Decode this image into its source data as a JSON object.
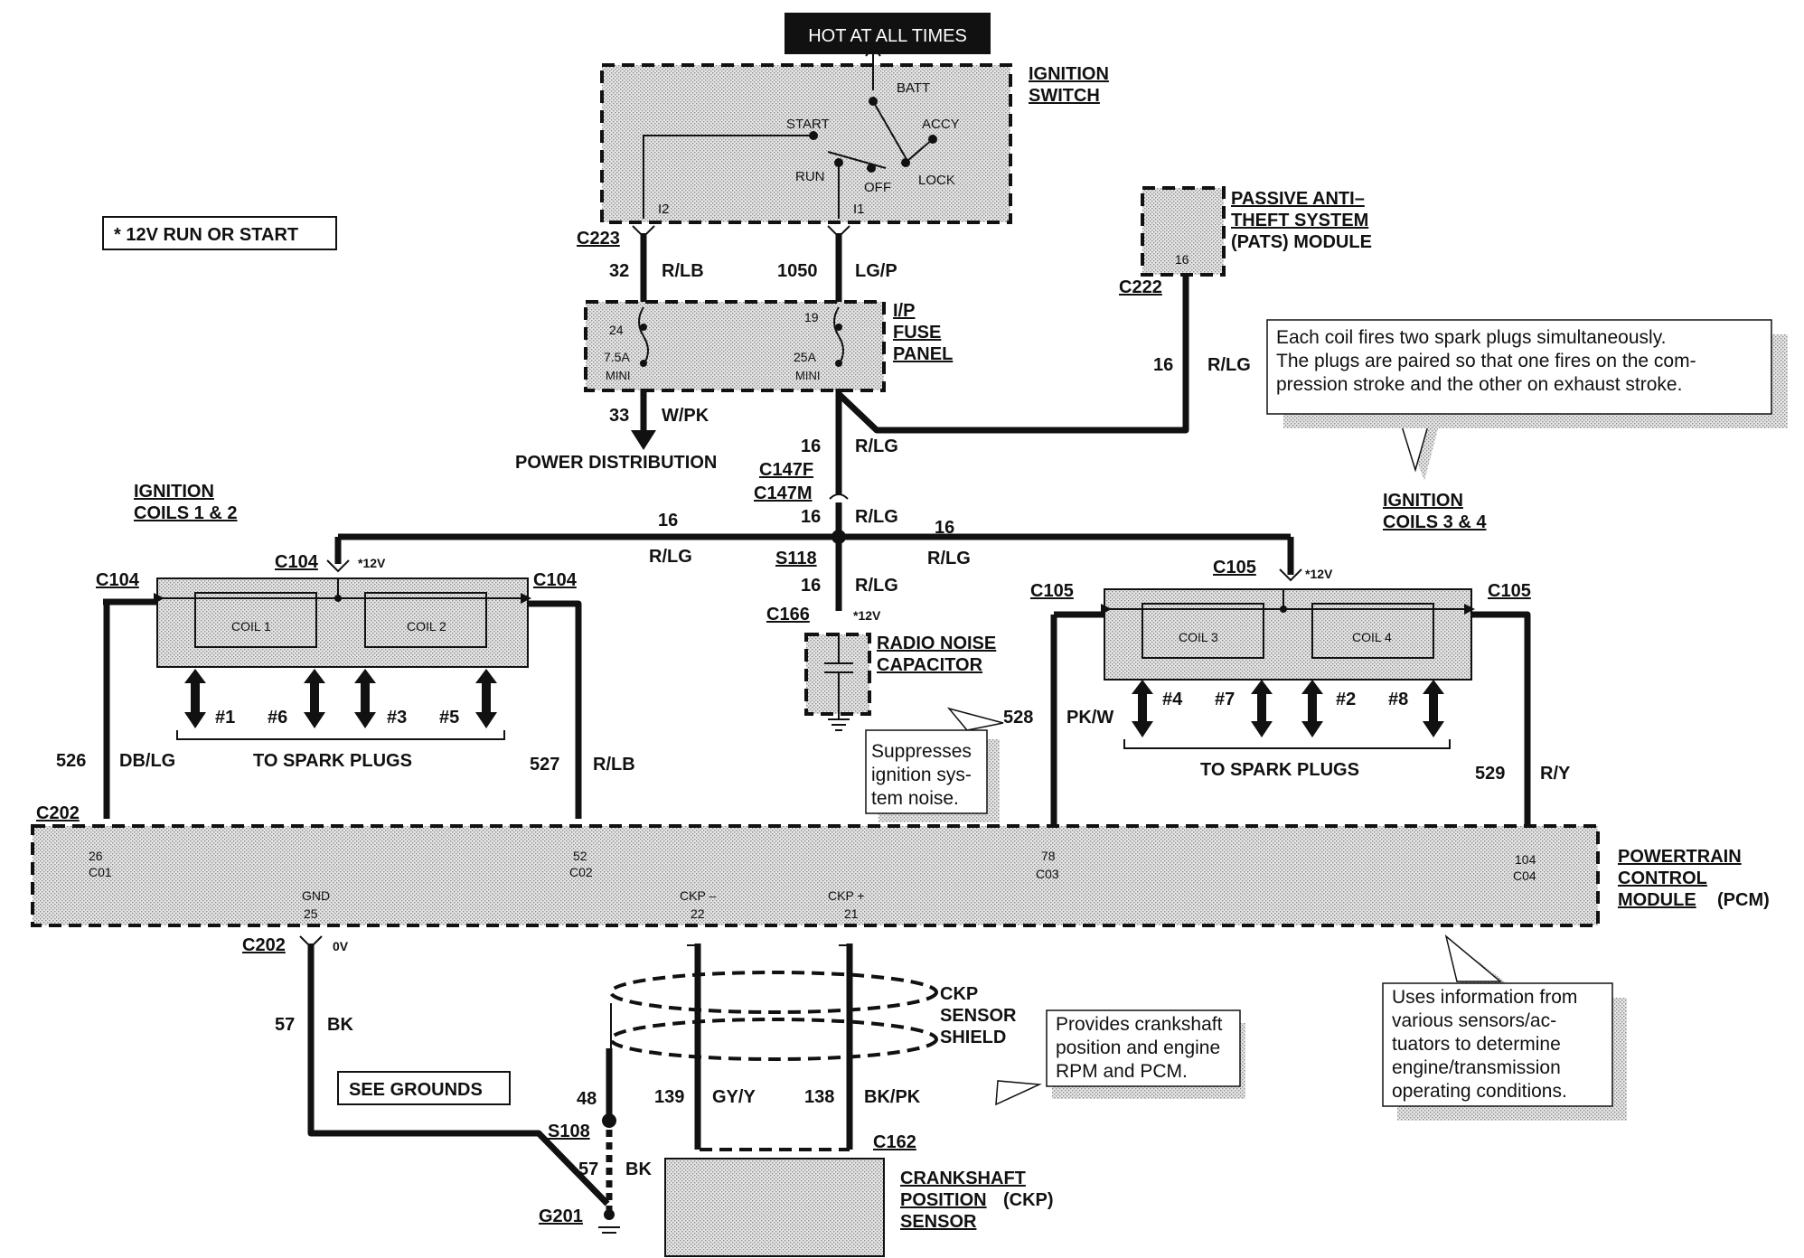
{
  "header": {
    "hot_label": "HOT AT ALL TIMES",
    "run_start_note": "* 12V RUN OR START"
  },
  "ignition_switch": {
    "title_1": "IGNITION",
    "title_2": "SWITCH",
    "positions": {
      "batt": "BATT",
      "accy": "ACCY",
      "start": "START",
      "run": "RUN",
      "off": "OFF",
      "lock": "LOCK"
    },
    "terminals": {
      "i2": "I2",
      "i1": "I1"
    }
  },
  "pats": {
    "title_1": "PASSIVE ANTI–",
    "title_2": "THEFT SYSTEM",
    "title_3": "(PATS) MODULE",
    "pin": "16",
    "connector": "C222",
    "circuit": "16",
    "color": "R/LG"
  },
  "fuse_panel": {
    "title_1": "I/P",
    "title_2": "FUSE",
    "title_3": "PANEL",
    "fuse_left": {
      "number": "24",
      "rating": "7.5A",
      "type": "MINI"
    },
    "fuse_right": {
      "number": "19",
      "rating": "25A",
      "type": "MINI"
    }
  },
  "circuits": {
    "c223": "C223",
    "left_in": {
      "circuit": "32",
      "color": "R/LB"
    },
    "right_in": {
      "circuit": "1050",
      "color": "LG/P"
    },
    "power_out": {
      "circuit": "33",
      "color": "W/PK",
      "label": "POWER DISTRIBUTION"
    },
    "main": {
      "circuit": "16",
      "color": "R/LG"
    },
    "c147f": "C147F",
    "c147m": "C147M",
    "main2": {
      "circuit": "16",
      "color": "R/LG"
    },
    "left_branch": {
      "circuit": "16",
      "color": "R/LG"
    },
    "right_branch": {
      "circuit": "16",
      "color": "R/LG"
    },
    "s118": "S118",
    "main3": {
      "circuit": "16",
      "color": "R/LG"
    },
    "c166": "C166",
    "twelve_v": "*12V"
  },
  "radio_cap": {
    "title_1": "RADIO NOISE",
    "title_2": "CAPACITOR",
    "note": [
      "Suppresses",
      "ignition sys-",
      "tem noise."
    ]
  },
  "coils_12": {
    "title_1": "IGNITION",
    "title_2": "COILS 1 & 2",
    "connector_top": "C104",
    "connector_left": "C104",
    "connector_right": "C104",
    "coil_a": "COIL 1",
    "coil_b": "COIL 2",
    "plugs": [
      "#1",
      "#6",
      "#3",
      "#5"
    ],
    "to_plugs": "TO SPARK PLUGS",
    "left_wire": {
      "circuit": "526",
      "color": "DB/LG"
    },
    "right_wire": {
      "circuit": "527",
      "color": "R/LB"
    }
  },
  "coils_34": {
    "title_1": "IGNITION",
    "title_2": "COILS 3 & 4",
    "connector_top": "C105",
    "connector_left": "C105",
    "connector_right": "C105",
    "coil_a": "COIL 3",
    "coil_b": "COIL 4",
    "plugs": [
      "#4",
      "#7",
      "#2",
      "#8"
    ],
    "to_plugs": "TO SPARK PLUGS",
    "left_wire": {
      "circuit": "528",
      "color": "PK/W"
    },
    "right_wire": {
      "circuit": "529",
      "color": "R/Y"
    },
    "note": [
      "Each coil fires two spark plugs simultaneously.",
      "The plugs are paired so that one fires on the com-",
      "pression  stroke and the other on exhaust stroke."
    ]
  },
  "pcm": {
    "title_1": "POWERTRAIN",
    "title_2": "CONTROL",
    "title_3": "MODULE",
    "title_4": "(PCM)",
    "connector": "C202",
    "pins": [
      {
        "num": "26",
        "name": "C01"
      },
      {
        "num": "52",
        "name": "C02"
      },
      {
        "num": "78",
        "name": "C03"
      },
      {
        "num": "104",
        "name": "C04"
      },
      {
        "num": "25",
        "name": "GND"
      },
      {
        "num": "22",
        "name": "CKP –"
      },
      {
        "num": "21",
        "name": "CKP +"
      }
    ],
    "note": [
      "Uses information from",
      "various    sensors/ac-",
      "tuators  to  determine",
      "engine/transmission",
      "operating conditions."
    ]
  },
  "ground": {
    "connector": "C202",
    "zero_v": "0V",
    "wire": {
      "circuit": "57",
      "color": "BK"
    },
    "see_grounds": "SEE GROUNDS",
    "shield_wire": {
      "circuit": "48"
    },
    "splice": "S108",
    "short_wire": {
      "circuit": "57",
      "color": "BK"
    },
    "ground_point": "G201"
  },
  "ckp": {
    "shield_1": "CKP",
    "shield_2": "SENSOR",
    "shield_3": "SHIELD",
    "left_wire": {
      "circuit": "139",
      "color": "GY/Y"
    },
    "right_wire": {
      "circuit": "138",
      "color": "BK/PK"
    },
    "connector": "C162",
    "title_1": "CRANKSHAFT",
    "title_2": "POSITION",
    "title_3": "(CKP)",
    "title_4": "SENSOR",
    "note": [
      "Provides crankshaft",
      "position and engine",
      "RPM and PCM."
    ]
  }
}
